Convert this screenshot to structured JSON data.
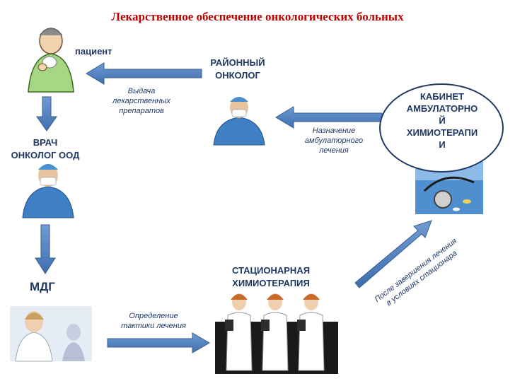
{
  "title": "Лекарственное обеспечение онкологических больных",
  "nodes": {
    "patient": "пациент",
    "district_oncologist": [
      "РАЙОННЫЙ",
      "ОНКОЛОГ"
    ],
    "cabinet": [
      "КАБИНЕТ",
      "АМБУЛАТОРНО",
      "Й",
      "ХИМИОТЕРАПИ",
      "И"
    ],
    "doctor_ood": [
      "ВРАЧ",
      "ОНКОЛОГ ООД"
    ],
    "mdg": "МДГ",
    "inpatient": [
      "СТАЦИОНАРНАЯ",
      "ХИМИОТЕРАПИЯ"
    ]
  },
  "arrows": {
    "issue_drugs": [
      "Выдача",
      "лекарственных",
      "препаратов"
    ],
    "prescription": [
      "Назначение",
      "амбулаторного",
      "лечения"
    ],
    "tactics": [
      "Определение",
      "тактики  лечения"
    ],
    "after_treatment": [
      "После завершения лечения",
      "в условиях стационара"
    ]
  },
  "colors": {
    "title": "#c00000",
    "label": "#1f3864",
    "arrow": "#4f81bd",
    "arrow_border": "#385d8a"
  },
  "icons": [
    "patient-figure",
    "doctor-figure",
    "medicine-icon",
    "nurse-figure"
  ]
}
